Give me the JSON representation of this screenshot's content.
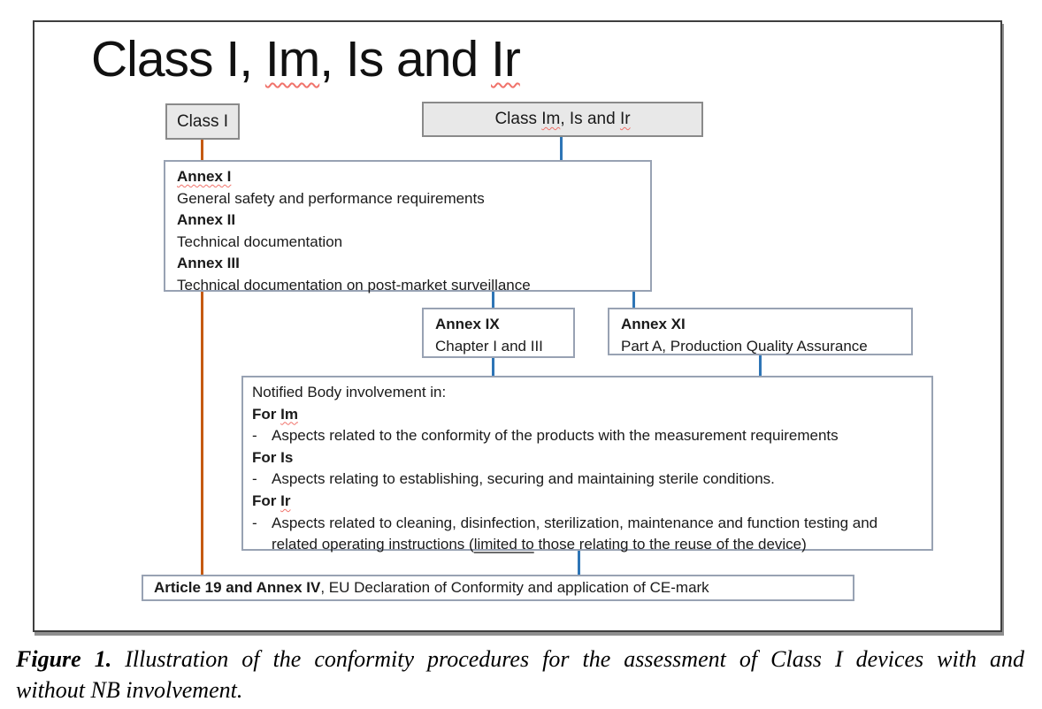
{
  "title": {
    "parts": [
      "Class I, ",
      "Im",
      ", Is and ",
      "Ir"
    ]
  },
  "boxes": {
    "class_i": {
      "label": "Class I"
    },
    "class_im": {
      "parts": [
        "Class ",
        "Im",
        ", Is and ",
        "Ir"
      ]
    },
    "annex_requirements": {
      "items": [
        {
          "heading": "Annex I",
          "desc": "General safety and performance requirements"
        },
        {
          "heading": "Annex II",
          "desc": "Technical documentation"
        },
        {
          "heading": "Annex III",
          "desc": "Technical documentation on post-market surveillance"
        }
      ]
    },
    "annex_ix": {
      "heading": "Annex IX",
      "desc": "Chapter I and III"
    },
    "annex_xi": {
      "heading": "Annex XI",
      "desc": "Part A, Production Quality Assurance"
    },
    "notified_body": {
      "intro": "Notified Body involvement in:",
      "sections": [
        {
          "prefix": "For ",
          "term": "Im",
          "bullet": "Aspects related to the conformity of the products with the measurement requirements"
        },
        {
          "prefix": "For ",
          "term": "Is",
          "bullet": "Aspects relating to establishing, securing and maintaining sterile conditions."
        },
        {
          "prefix": "For ",
          "term": "Ir",
          "bullet_parts": [
            "Aspects related to cleaning, disinfection, sterilization, maintenance and function testing and related operating instructions (",
            "limited to",
            " those relating to the reuse of the device)"
          ]
        }
      ]
    },
    "article": {
      "parts": [
        "Article 19 and Annex IV",
        ", EU Declaration of Conformity and application of CE-mark"
      ]
    }
  },
  "caption": {
    "label": "Figure 1.",
    "line1": "Illustration of the conformity procedures for the assessment of Class I devices with and",
    "line2": "without NB involvement."
  },
  "colors": {
    "connector_blue": "#2E75B6",
    "connector_orange": "#C55A11",
    "node_border": "#98a2b3",
    "gray_node_fill": "#e8e8e8",
    "gray_node_border": "#8a8a8a",
    "squiggle_red": "#f0736b",
    "frame_border": "#3f3f3f"
  }
}
